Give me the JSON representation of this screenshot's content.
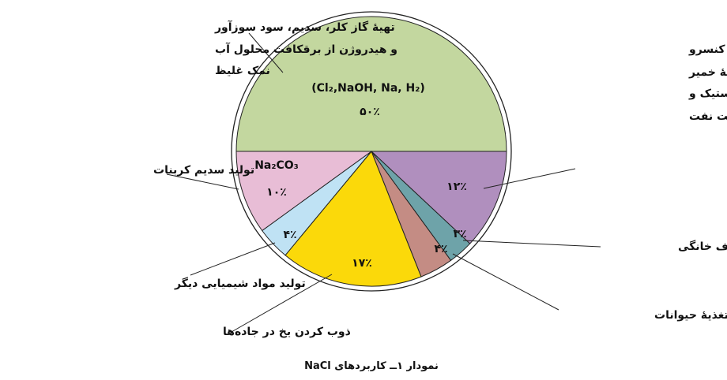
{
  "chart_data": {
    "type": "pie",
    "title": "نمودار ۱ــ کاربردهای NaCl",
    "slices": [
      {
        "key": "chlor_alkali",
        "value": 50,
        "color": "#c3d79f",
        "inner_lines": [
          "(Cl₂,NaOH, Na, H₂)",
          "۵۰٪"
        ],
        "label_lines": [
          "تهیهٔ گاز کلر، سدیم، سود سوزآور",
          "و هیدروژن از برقکافت محلول آب",
          "نمک غلیظ"
        ]
      },
      {
        "key": "food_industry",
        "value": 12,
        "color": "#b08fbe",
        "inner_lines": [
          "۱۲٪"
        ],
        "label_lines": [
          "فراوری گوشت، تهیه کنسرو",
          "تن، نرم کردن آب، تهیهٔ خمیر",
          "کاغذ، پارچه، رنگ، پلاستیک و",
          "صنعت نفت"
        ]
      },
      {
        "key": "household",
        "value": 3,
        "color": "#6ea3a9",
        "inner_lines": [
          "۳٪"
        ],
        "label_lines": [
          "مصرف خانگی"
        ]
      },
      {
        "key": "animal_feed",
        "value": 4,
        "color": "#c48c84",
        "inner_lines": [
          "۴٪"
        ],
        "label_lines": [
          "تغذیهٔ حیوانات"
        ]
      },
      {
        "key": "road_deicing",
        "value": 17,
        "color": "#fbd90a",
        "inner_lines": [
          "۱۷٪"
        ],
        "label_lines": [
          "ذوب کردن یخ در جاده‌ها"
        ]
      },
      {
        "key": "other_chemicals",
        "value": 4,
        "color": "#bfe2f4",
        "inner_lines": [
          "۴٪"
        ],
        "label_lines": [
          "تولید مواد شیمیایی دیگر"
        ]
      },
      {
        "key": "sodium_carbonate",
        "value": 10,
        "color": "#e8bdd6",
        "inner_lines": [
          "Na₂CO₃",
          "۱۰٪"
        ],
        "label_lines": [
          "تولید سدیم کربنات"
        ]
      }
    ]
  }
}
